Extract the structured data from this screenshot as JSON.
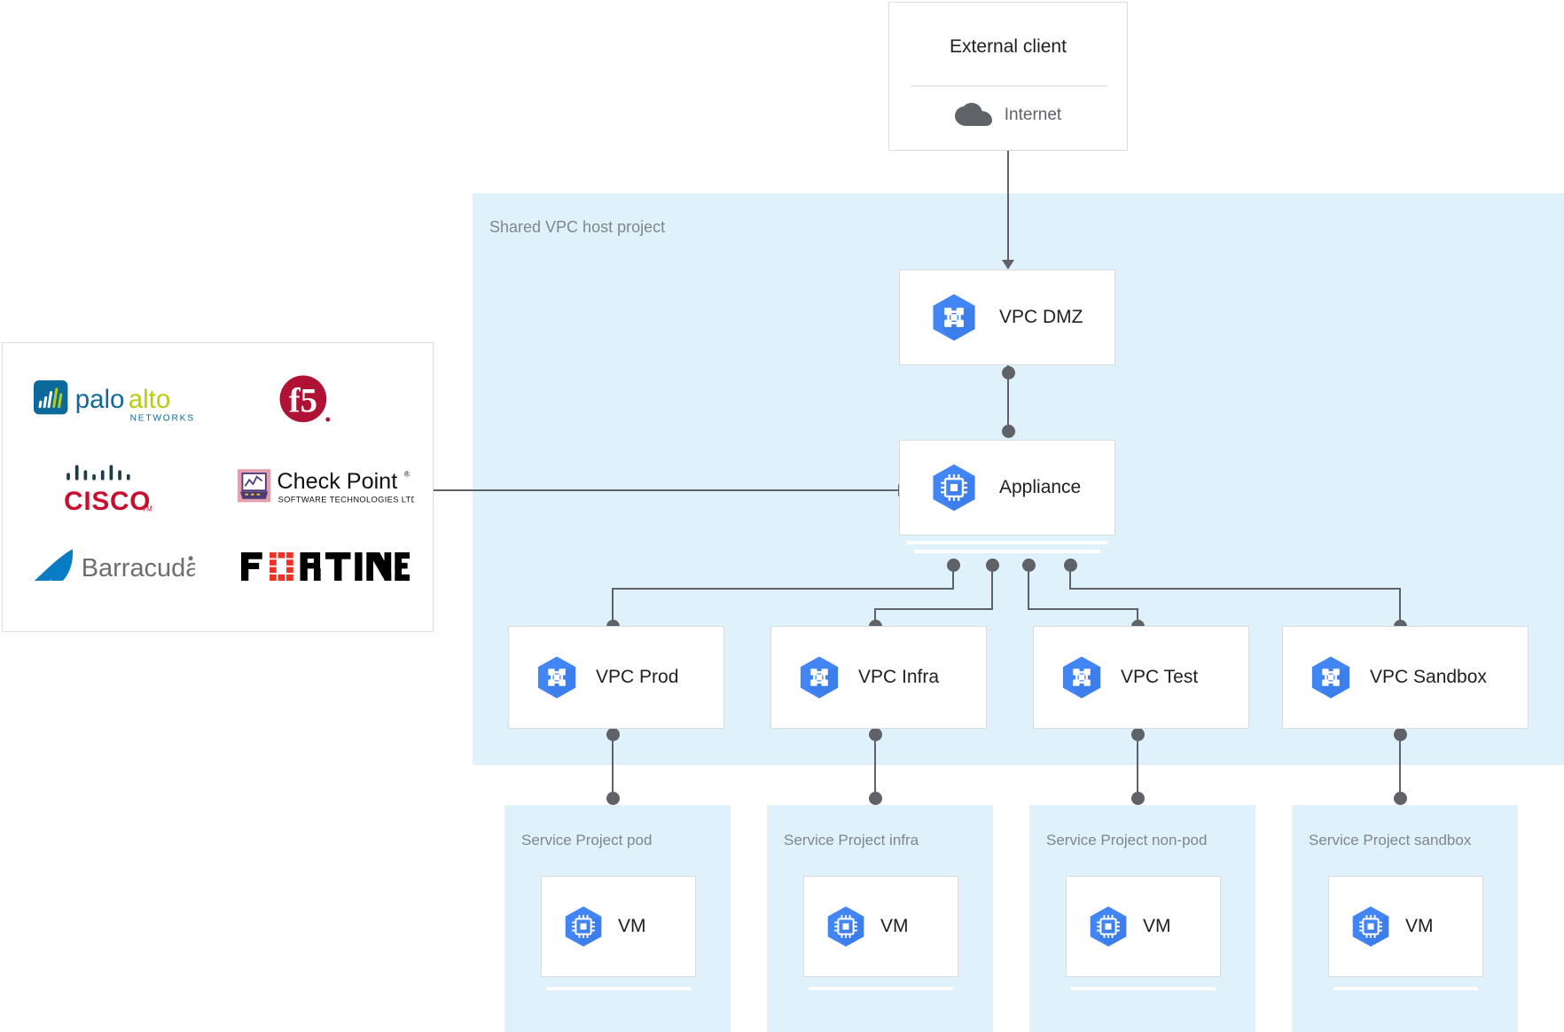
{
  "diagram": {
    "title_region": {
      "shared_vpc_label": "Shared VPC host project"
    },
    "external_client": {
      "title": "External client",
      "connection_label": "Internet",
      "icon": "cloud-icon"
    },
    "nodes": {
      "vpc_dmz": {
        "label": "VPC DMZ",
        "icon": "vpc-network-icon"
      },
      "appliance": {
        "label": "Appliance",
        "icon": "appliance-chip-icon"
      },
      "vpc_prod": {
        "label": "VPC Prod",
        "icon": "vpc-network-icon"
      },
      "vpc_infra": {
        "label": "VPC Infra",
        "icon": "vpc-network-icon"
      },
      "vpc_test": {
        "label": "VPC Test",
        "icon": "vpc-network-icon"
      },
      "vpc_sandbox": {
        "label": "VPC Sandbox",
        "icon": "vpc-network-icon"
      }
    },
    "service_projects": [
      {
        "title": "Service Project pod",
        "vm_label": "VM",
        "vm_icon": "vm-instance-icon"
      },
      {
        "title": "Service Project infra",
        "vm_label": "VM",
        "vm_icon": "vm-instance-icon"
      },
      {
        "title": "Service Project non-pod",
        "vm_label": "VM",
        "vm_icon": "vm-instance-icon"
      },
      {
        "title": "Service Project sandbox",
        "vm_label": "VM",
        "vm_icon": "vm-instance-icon"
      }
    ],
    "vendors": [
      {
        "name": "paloalto",
        "wordmark": "paloalto",
        "sub": "NETWORKS"
      },
      {
        "name": "f5",
        "wordmark": "f5",
        "sub": ""
      },
      {
        "name": "cisco",
        "wordmark": "CISCO",
        "sub": ""
      },
      {
        "name": "check-point",
        "wordmark": "Check Point",
        "sub": "SOFTWARE TECHNOLOGIES LTD."
      },
      {
        "name": "barracuda",
        "wordmark": "Barracuda",
        "sub": ""
      },
      {
        "name": "fortinet",
        "wordmark": "FORTINET",
        "sub": ""
      }
    ],
    "colors": {
      "gcp_blue": "#4285f4",
      "gcp_blue_dark": "#3b78e7",
      "shared_vpc_bg": "#dff2fb",
      "line": "#5f6368",
      "card_border": "#dadce0",
      "text_primary": "#202124",
      "text_secondary": "#5f6368",
      "text_muted": "#80868b",
      "paloalto_blue": "#0b6a9a",
      "paloalto_green": "#b5cc18",
      "f5_red": "#b01235",
      "cisco_red": "#c8102e",
      "cisco_dark": "#1d3c45",
      "checkpoint_pink": "#e5a0ae",
      "checkpoint_purple": "#4b3a78",
      "barracuda_blue": "#0a7cc6",
      "barracuda_gray": "#6d6e71",
      "fortinet_red": "#ee3124",
      "fortinet_black": "#000000"
    }
  }
}
